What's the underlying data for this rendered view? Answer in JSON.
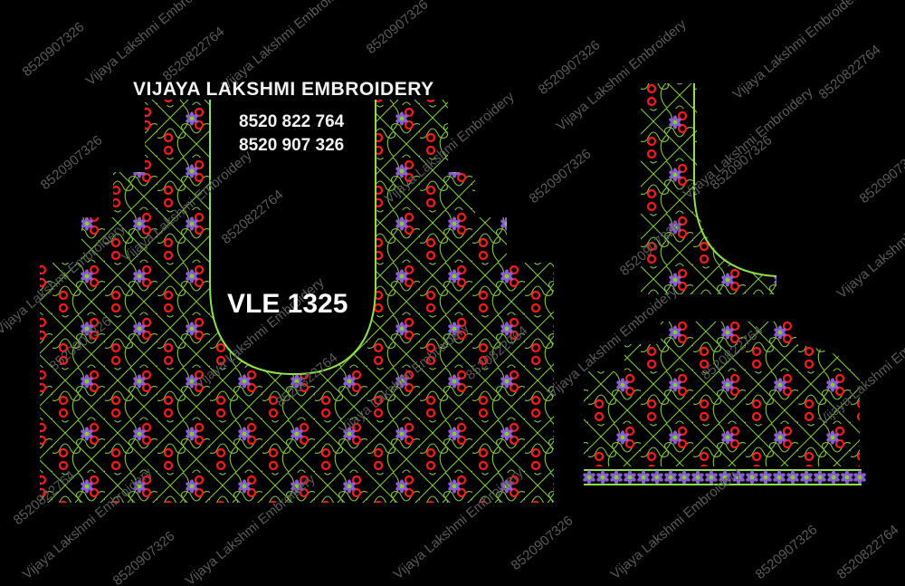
{
  "design": {
    "brand_title": "VIJAYA LAKSHMI EMBROIDERY",
    "phone_1": "8520 822 764",
    "phone_2": "8520 907 326",
    "design_code": "VLE 1325"
  },
  "watermarks": {
    "brand": "Vijaya Lakshmi Embroidery",
    "phone_a": "8520907326",
    "phone_b": "8520822764"
  },
  "colors": {
    "background": "#000000",
    "outline": "#8ee04a",
    "knot_thread": "#7fc63c",
    "red_ring": "#ff1a1a",
    "flower_petal": "#8a5cd6",
    "flower_center": "#7ed321",
    "watermark": "#5a5a5a",
    "text": "#f2f2f2"
  },
  "panels": [
    {
      "name": "front-body",
      "label": "Blouse front panel with deep U neck"
    },
    {
      "name": "sleeve-back-piece",
      "label": "Side/back neck piece"
    },
    {
      "name": "sleeve-panel",
      "label": "Sleeve panel with flower border"
    }
  ],
  "sleeve_border": {
    "flower_count": 21
  }
}
